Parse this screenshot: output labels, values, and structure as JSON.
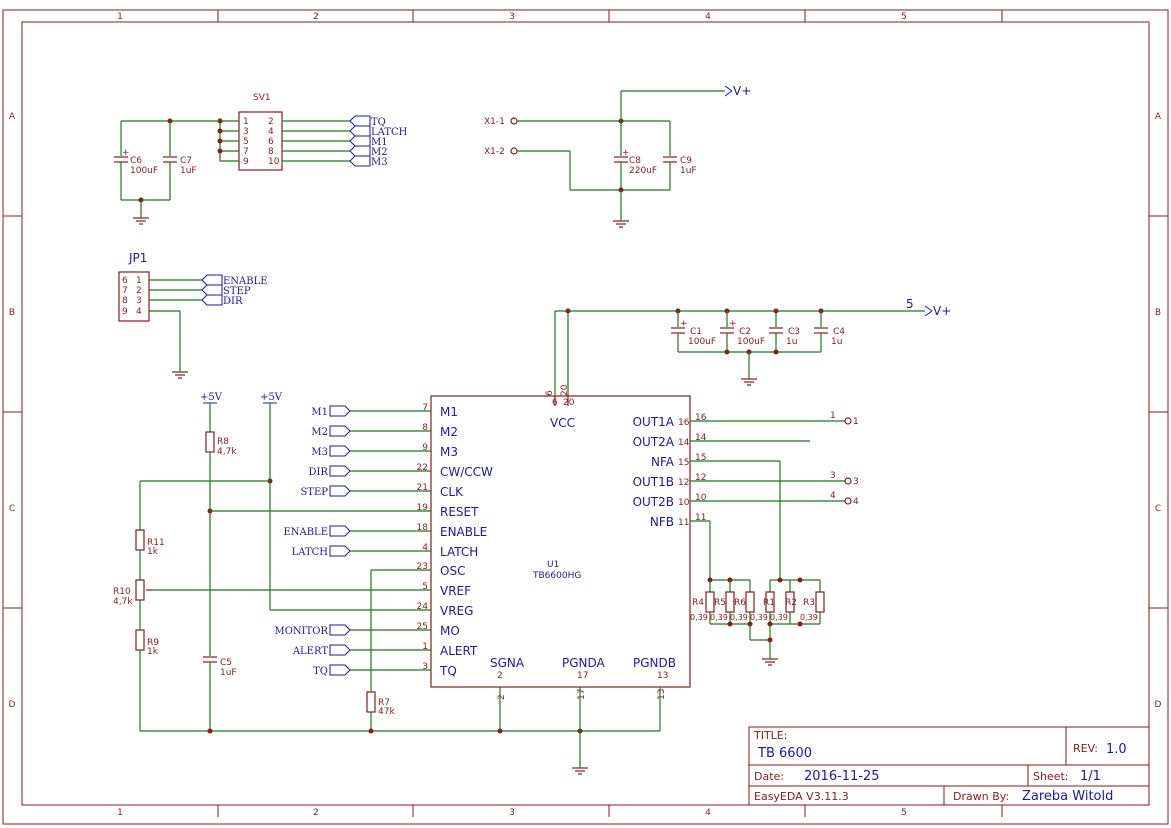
{
  "frame": {
    "cols": [
      "1",
      "2",
      "3",
      "4",
      "5"
    ],
    "rows": [
      "A",
      "B",
      "C",
      "D"
    ]
  },
  "title_block": {
    "title_label": "TITLE:",
    "title": "TB 6600",
    "rev_label": "REV:",
    "rev": "1.0",
    "date_label": "Date:",
    "date": "2016-11-25",
    "sheet_label": "Sheet:",
    "sheet": "1/1",
    "tool": "EasyEDA V3.11.3",
    "drawn_label": "Drawn By:",
    "drawn": "Zareba Witold"
  },
  "sv1": {
    "ref": "SV1",
    "left_pins": [
      "1",
      "3",
      "5",
      "7",
      "9"
    ],
    "right_pins": [
      "2",
      "4",
      "6",
      "8",
      "10"
    ],
    "nets": [
      "TQ",
      "LATCH",
      "M1",
      "M2",
      "M3"
    ]
  },
  "c6": {
    "ref": "C6",
    "val": "100uF",
    "plus": "+"
  },
  "c7": {
    "ref": "C7",
    "val": "1uF"
  },
  "x1": {
    "p1": "X1-1",
    "p2": "X1-2"
  },
  "c8": {
    "ref": "C8",
    "val": "220uF",
    "plus": "+"
  },
  "c9": {
    "ref": "C9",
    "val": "1uF"
  },
  "vplus_top": "V+",
  "jp1": {
    "ref": "JP1",
    "left": [
      "6",
      "7",
      "8",
      "9"
    ],
    "right": [
      "1",
      "2",
      "3",
      "4"
    ],
    "nets": [
      "ENABLE",
      "STEP",
      "DIR"
    ]
  },
  "cbank": {
    "net_num": "5",
    "vplus": "V+",
    "caps": [
      {
        "ref": "C1",
        "val": "100uF",
        "plus": "+"
      },
      {
        "ref": "C2",
        "val": "100uF",
        "plus": "+"
      },
      {
        "ref": "C3",
        "val": "1u"
      },
      {
        "ref": "C4",
        "val": "1u"
      }
    ]
  },
  "power": {
    "p1": "+5V",
    "p2": "+5V"
  },
  "r8": {
    "ref": "R8",
    "val": "4,7k"
  },
  "r11": {
    "ref": "R11",
    "val": "1k"
  },
  "r10": {
    "ref": "R10",
    "val": "4,7k"
  },
  "r9": {
    "ref": "R9",
    "val": "1k"
  },
  "c5": {
    "ref": "C5",
    "val": "1uF"
  },
  "r7": {
    "ref": "R7",
    "val": "47k"
  },
  "u1": {
    "ref": "U1",
    "part": "TB6600HG",
    "vcc": "VCC",
    "vcc_pins": [
      "6",
      "20"
    ],
    "left_pins": [
      {
        "num": "7",
        "name": "M1",
        "net": "M1"
      },
      {
        "num": "8",
        "name": "M2",
        "net": "M2"
      },
      {
        "num": "9",
        "name": "M3",
        "net": "M3"
      },
      {
        "num": "22",
        "name": "CW/CCW",
        "net": "DIR"
      },
      {
        "num": "21",
        "name": "CLK",
        "net": "STEP"
      },
      {
        "num": "19",
        "name": "RESET",
        "net": ""
      },
      {
        "num": "18",
        "name": "ENABLE",
        "net": "ENABLE"
      },
      {
        "num": "4",
        "name": "LATCH",
        "net": "LATCH"
      },
      {
        "num": "23",
        "name": "OSC",
        "net": ""
      },
      {
        "num": "5",
        "name": "VREF",
        "net": ""
      },
      {
        "num": "24",
        "name": "VREG",
        "net": ""
      },
      {
        "num": "25",
        "name": "MO",
        "net": "MONITOR"
      },
      {
        "num": "1",
        "name": "ALERT",
        "net": "ALERT"
      },
      {
        "num": "3",
        "name": "TQ",
        "net": "TQ"
      }
    ],
    "right_pins": [
      {
        "num": "16",
        "name": "OUT1A"
      },
      {
        "num": "14",
        "name": "OUT2A"
      },
      {
        "num": "15",
        "name": "NFA"
      },
      {
        "num": "12",
        "name": "OUT1B"
      },
      {
        "num": "10",
        "name": "OUT2B"
      },
      {
        "num": "11",
        "name": "NFB"
      }
    ],
    "bottom": [
      {
        "num": "2",
        "name": "SGNA"
      },
      {
        "num": "17",
        "name": "PGNDA"
      },
      {
        "num": "13",
        "name": "PGNDB"
      }
    ]
  },
  "outputs": [
    {
      "wire": "1",
      "conn": "1"
    },
    {
      "wire": "3",
      "conn": "3"
    },
    {
      "wire": "4",
      "conn": "4"
    }
  ],
  "sense": [
    {
      "ref": "R4",
      "val": "0,39"
    },
    {
      "ref": "R5",
      "val": "0,39"
    },
    {
      "ref": "R6",
      "val": "0,39"
    },
    {
      "ref": "R1",
      "val": "0,39"
    },
    {
      "ref": "R2",
      "val": "0,39"
    },
    {
      "ref": "R3",
      "val": "0,39"
    }
  ]
}
